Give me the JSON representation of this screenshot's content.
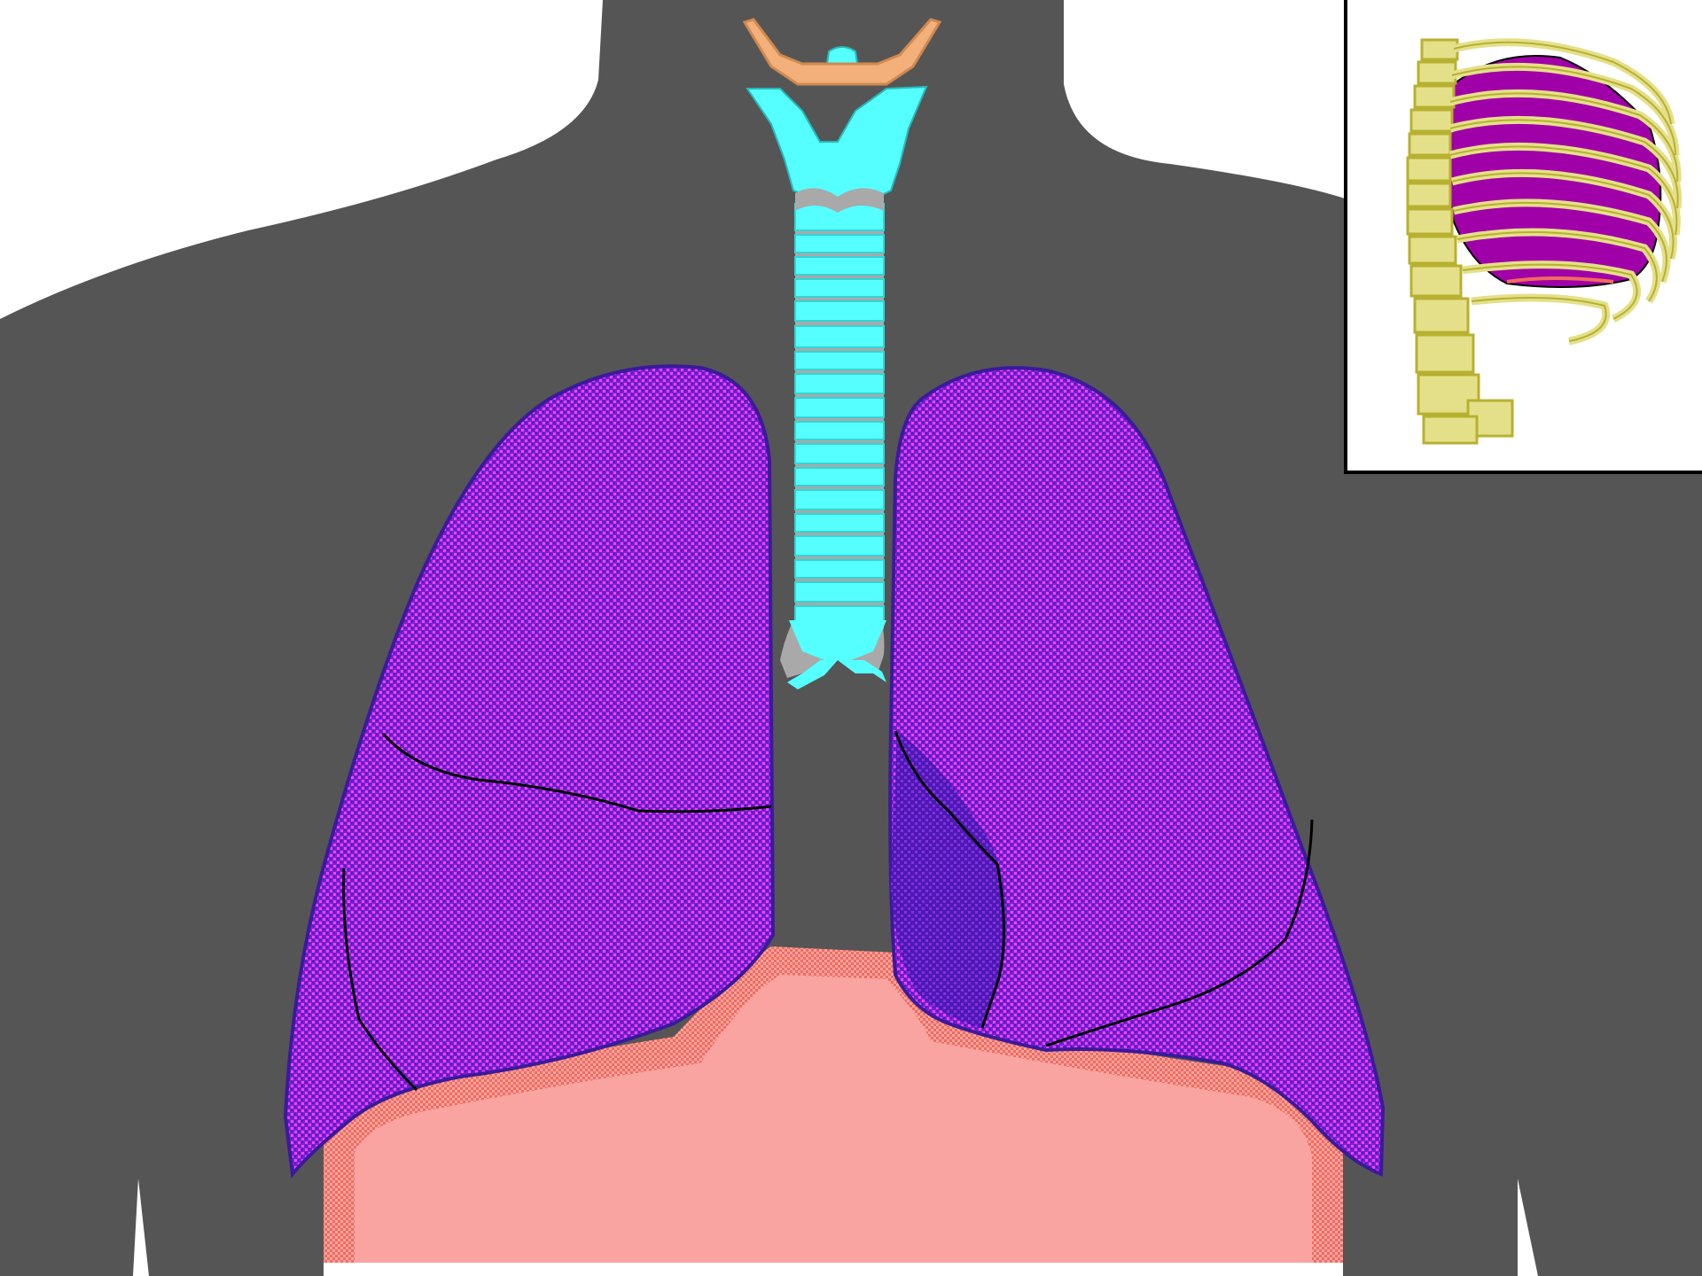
{
  "image": {
    "subject": "respiratory-system",
    "colors": {
      "background": "#ffffff",
      "body": "#555555",
      "lung_base": "#7a1fd6",
      "lung_texture": "#ff40ff",
      "lung_shadow": "#4b1ab4",
      "trachea": "#55ffff",
      "trachea_ring": "#a9a9a9",
      "diaphragm": "#f9a4a0",
      "diaphragm_edge": "#f06b5f",
      "hyoid": "#f4b07a",
      "ribcage": "#e4e08a",
      "ribcage_outline": "#b8b030",
      "inset_lung": "#a000a8",
      "fissure_line": "#000000"
    },
    "parts": [
      "torso",
      "larynx",
      "hyoid-bone",
      "trachea",
      "bronchi",
      "right-lung",
      "left-lung",
      "diaphragm",
      "lung-fissures"
    ],
    "inset": {
      "parts": [
        "spine",
        "ribcage",
        "lung"
      ]
    }
  }
}
